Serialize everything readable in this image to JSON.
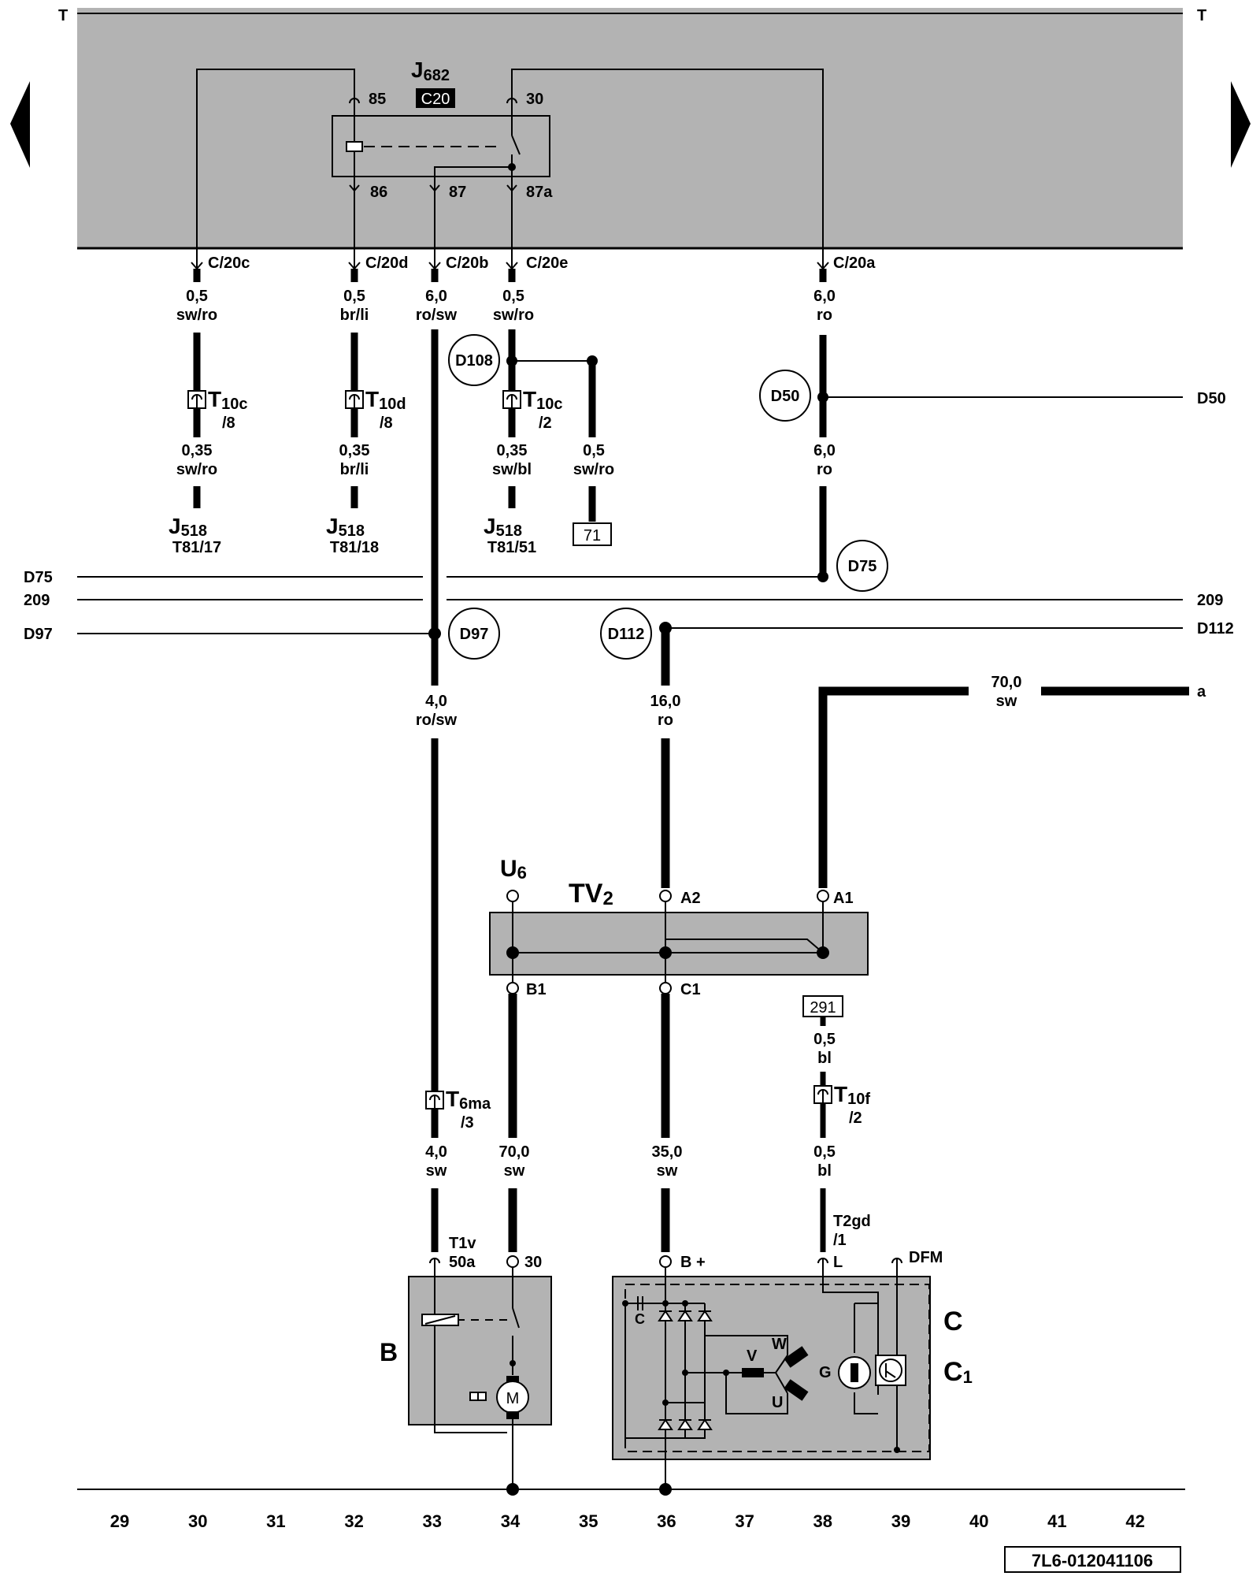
{
  "rails": {
    "top_left": "T",
    "top_right": "T"
  },
  "relay": {
    "name": "J",
    "sub": "682",
    "location": "C20",
    "pins": {
      "p85": "85",
      "p30": "30",
      "p86": "86",
      "p87": "87",
      "p87a": "87a"
    }
  },
  "connectors": {
    "c": "C/20c",
    "d": "C/20d",
    "b": "C/20b",
    "e": "C/20e",
    "a": "C/20a"
  },
  "wires": {
    "w1": {
      "size": "0,5",
      "color": "sw/ro"
    },
    "w2": {
      "size": "0,35",
      "color": "sw/ro"
    },
    "w3": {
      "size": "0,5",
      "color": "br/li"
    },
    "w4": {
      "size": "0,35",
      "color": "br/li"
    },
    "w5": {
      "size": "6,0",
      "color": "ro/sw"
    },
    "w6": {
      "size": "4,0",
      "color": "ro/sw"
    },
    "w7": {
      "size": "4,0",
      "color": "sw"
    },
    "w8": {
      "size": "0,5",
      "color": "sw/ro"
    },
    "w9": {
      "size": "0,35",
      "color": "sw/bl"
    },
    "w10": {
      "size": "0,5",
      "color": "sw/ro"
    },
    "w11": {
      "size": "6,0",
      "color": "ro"
    },
    "w12": {
      "size": "6,0",
      "color": "ro"
    },
    "w13": {
      "size": "16,0",
      "color": "ro"
    },
    "w14": {
      "size": "70,0",
      "color": "sw"
    },
    "w15": {
      "size": "70,0",
      "color": "sw"
    },
    "w16": {
      "size": "35,0",
      "color": "sw"
    },
    "w17": {
      "size": "0,5",
      "color": "bl"
    },
    "w18": {
      "size": "0,5",
      "color": "bl"
    }
  },
  "plugs": {
    "t10c8": {
      "main": "T",
      "sub": "10c",
      "pin": "/8"
    },
    "t10d8": {
      "main": "T",
      "sub": "10d",
      "pin": "/8"
    },
    "t10c2": {
      "main": "T",
      "sub": "10c",
      "pin": "/2"
    },
    "t6ma": {
      "main": "T",
      "sub": "6ma",
      "pin": "/3"
    },
    "t10f": {
      "main": "T",
      "sub": "10f",
      "pin": "/2"
    }
  },
  "ecu": {
    "e1": {
      "main": "J",
      "sub": "518",
      "pin": "T81/17"
    },
    "e2": {
      "main": "J",
      "sub": "518",
      "pin": "T81/18"
    },
    "e3": {
      "main": "J",
      "sub": "518",
      "pin": "T81/51"
    }
  },
  "refs": {
    "r71": "71",
    "r291": "291"
  },
  "splices": {
    "d108": "D108",
    "d50": "D50",
    "d75": "D75",
    "d97": "D97",
    "d112": "D112"
  },
  "bus": {
    "d75_left": "D75",
    "b209_left": "209",
    "b209_right": "209",
    "d97_left": "D97",
    "d112_right": "D112",
    "d50_right": "D50",
    "a_right": "a"
  },
  "tv2": {
    "name": "TV",
    "sub": "2",
    "u6": "U",
    "u6_sub": "6",
    "pins": {
      "a2": "A2",
      "a1": "A1",
      "b1": "B1",
      "c1": "C1"
    }
  },
  "starter": {
    "label": "B",
    "t1v": "T1v",
    "p50a": "50a",
    "p30": "30",
    "motor": "M"
  },
  "alternator": {
    "label_c": "C",
    "label_c1": "C",
    "label_c1_sub": "1",
    "bplus": "B +",
    "l": "L",
    "dfm": "DFM",
    "t2gd": "T2gd",
    "t2gd_pin": "/1",
    "cap": "C",
    "u": "U",
    "v": "V",
    "w": "W",
    "g": "G"
  },
  "scale": [
    "29",
    "30",
    "31",
    "32",
    "33",
    "34",
    "35",
    "36",
    "37",
    "38",
    "39",
    "40",
    "41",
    "42"
  ],
  "footer": {
    "code": "7L6-012041106"
  }
}
